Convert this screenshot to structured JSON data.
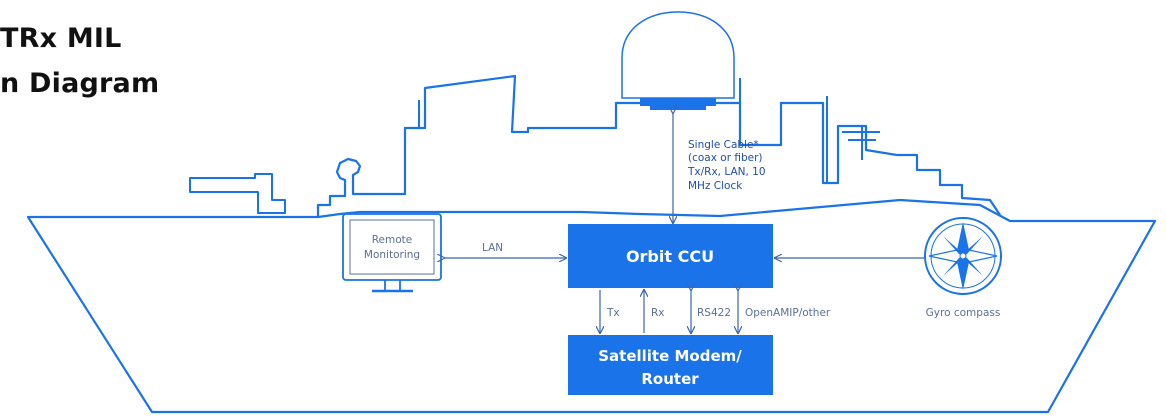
{
  "title": {
    "line1": "TRx MIL",
    "line2": "n Diagram"
  },
  "colors": {
    "ship_outline": "#1a73e8",
    "box_fill": "#1a73e8",
    "arrow": "#3c64b4",
    "radome_base": "#1a73e8",
    "compass": "#1a73e8"
  },
  "cable_label": [
    "Single Cable*",
    "(coax or fiber)",
    "Tx/Rx, LAN, 10",
    "MHz Clock"
  ],
  "ccu": {
    "label": "Orbit CCU"
  },
  "modem": {
    "line1": "Satellite Modem/",
    "line2": "Router"
  },
  "monitor": {
    "line1": "Remote",
    "line2": "Monitoring",
    "icon": "monitor-icon"
  },
  "lan_label": "LAN",
  "links": {
    "tx": "Tx",
    "rx": "Rx",
    "rs422": "RS422",
    "openamip": "OpenAMIP/other"
  },
  "gyro": {
    "label": "Gyro compass",
    "icon": "compass-rose-icon"
  },
  "antenna": {
    "icon": "radome-icon"
  }
}
